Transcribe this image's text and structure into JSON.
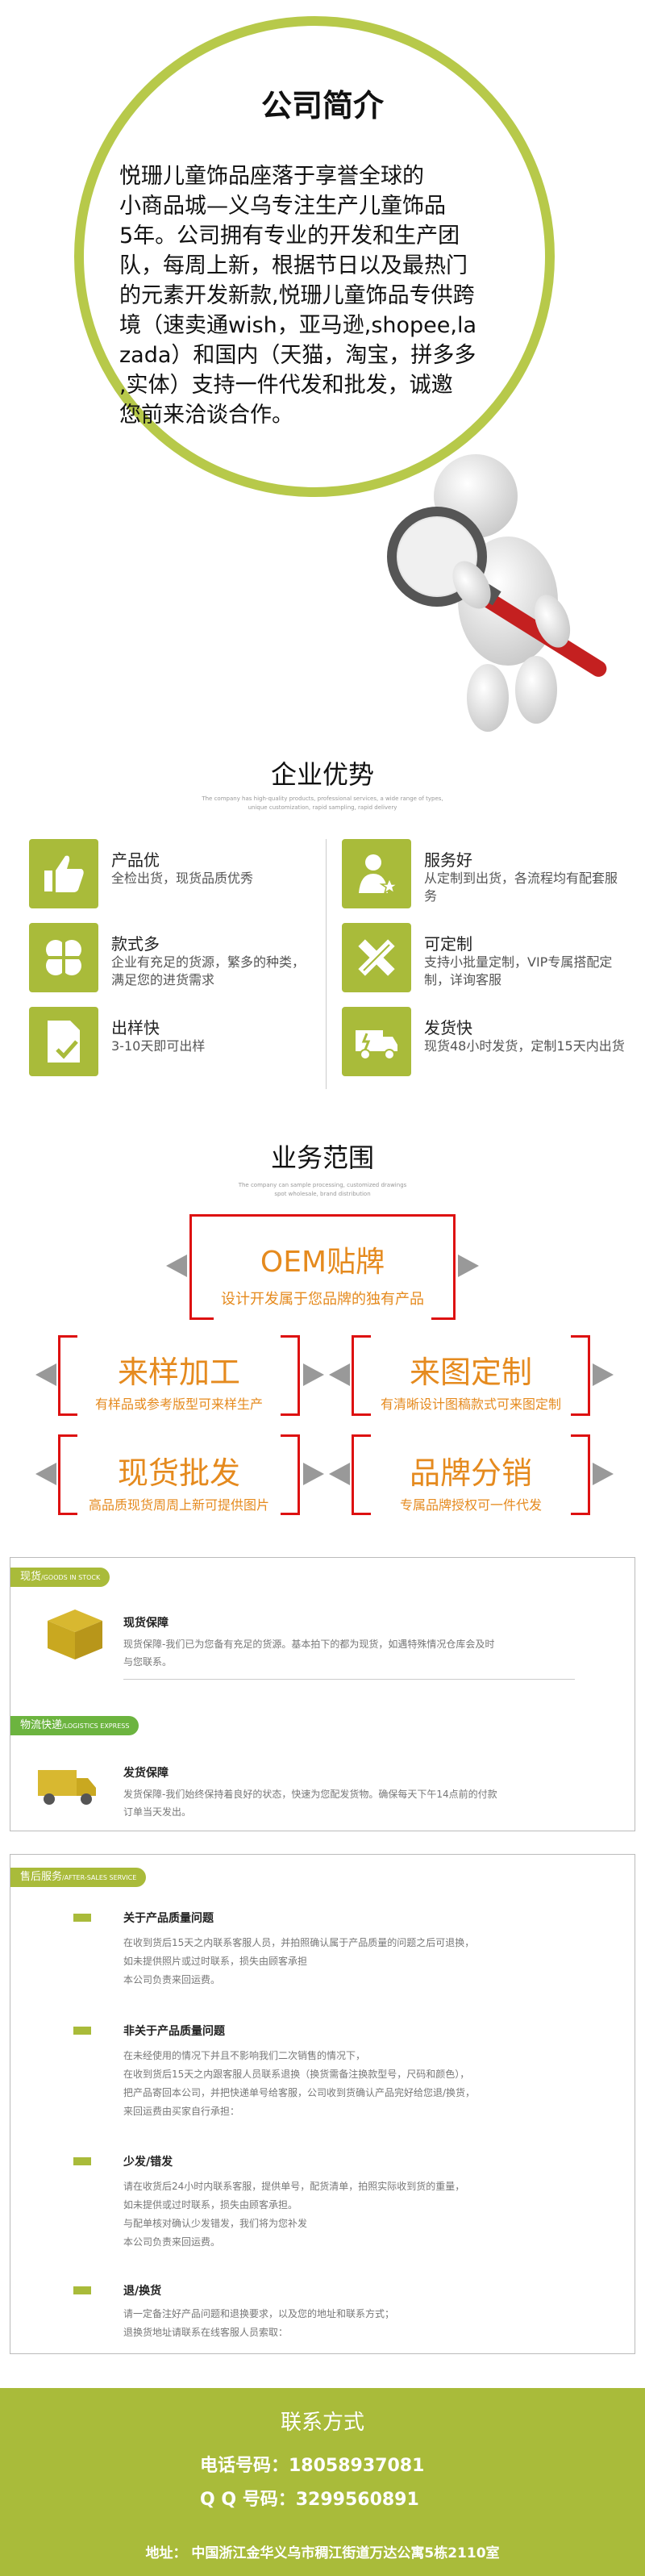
{
  "intro": {
    "title": "公司简介",
    "lines": [
      "悦珊儿童饰品座落于享誉全球的",
      "小商品城—义乌专注生产儿童饰品",
      "5年。公司拥有专业的开发和生产团",
      "队，每周上新，根据节日以及最热门",
      "的元素开发新款,悦珊儿童饰品专供跨",
      "境（速卖通wish，亚马逊,shopee,la",
      "zada）和国内（天猫，淘宝，拼多多",
      ",实体）支持一件代发和批发，诚邀",
      "您前来洽谈合作。"
    ]
  },
  "advantages": {
    "title": "企业优势",
    "subtitle_1": "The company has high-quality products, professional services, a wide range of types,",
    "subtitle_2": "unique customization, rapid sampling, rapid delivery",
    "items": [
      {
        "name": "产品优",
        "desc": "全检出货，现货品质优秀",
        "icon": "thumbs-up-icon"
      },
      {
        "name": "服务好",
        "desc": "从定制到出货，各流程均有配套服务",
        "icon": "service-person-icon"
      },
      {
        "name": "款式多",
        "desc": "企业有充足的货源，繁多的种类，满足您的进货需求",
        "icon": "clover-icon"
      },
      {
        "name": "可定制",
        "desc": "支持小批量定制，VIP专属搭配定制，详询客服",
        "icon": "ruler-pencil-icon"
      },
      {
        "name": "出样快",
        "desc": "3-10天即可出样",
        "icon": "document-check-icon"
      },
      {
        "name": "发货快",
        "desc": "现货48小时发货，定制15天内出货",
        "icon": "delivery-truck-icon"
      }
    ]
  },
  "business": {
    "title": "业务范围",
    "subtitle_1": "The company can sample processing, customized drawings",
    "subtitle_2": "spot wholesale, brand distribution",
    "oem": {
      "main": "OEM贴牌",
      "line": "设计开发属于您品牌的独有产品"
    },
    "sample": {
      "main": "来样加工",
      "line": "有样品或参考版型可来样生产"
    },
    "drawing": {
      "main": "来图定制",
      "line": "有清晰设计图稿款式可来图定制"
    },
    "wholesale": {
      "main": "现货批发",
      "line": "高品质现货周周上新可提供图片"
    },
    "brand": {
      "main": "品牌分销",
      "line": "专属品牌授权可一件代发"
    }
  },
  "stock": {
    "tag": "现货",
    "tag_en": "/GOODS IN STOCK",
    "name": "现货保障",
    "desc_1": "现货保障-我们已为您备有充足的货源。基本拍下的都为现货，如遇特殊情况仓库会及时",
    "desc_2": "与您联系。",
    "icon": "box-icon"
  },
  "logistics": {
    "tag": "物流快递",
    "tag_en": "/LOGISTICS EXPRESS",
    "name": "发货保障",
    "desc_1": "发货保障-我们始终保持着良好的状态，快速为您配发货物。确保每天下午14点前的付款",
    "desc_2": "订单当天发出。",
    "icon": "truck-icon"
  },
  "aftersales": {
    "tag": "售后服务",
    "tag_en": "/AFTER-SALES SERVICE",
    "sections": [
      {
        "head": "关于产品质量问题",
        "lines": [
          "在收到货后15天之内联系客服人员，并拍照确认属于产品质量的问题之后可退换，",
          "如未提供照片或过时联系，损失由顾客承担",
          "本公司负责来回运费。"
        ]
      },
      {
        "head": "非关于产品质量问题",
        "lines": [
          "在未经使用的情况下并且不影响我们二次销售的情况下，",
          "在收到货后15天之内跟客服人员联系退换（换货需备注换款型号，尺码和颜色），",
          "把产品寄回本公司，并把快递单号给客服，公司收到货确认产品完好给您退/换货，",
          "来回运费由买家自行承担："
        ]
      },
      {
        "head": "少发/错发",
        "lines": [
          "请在收货后24小时内联系客服，提供单号，配货清单，拍照实际收到货的重量，",
          "如未提供或过时联系，损失由顾客承担。",
          "与配单核对确认少发错发，我们将为您补发",
          "本公司负责来回运费。"
        ]
      },
      {
        "head": "退/换货",
        "lines": [
          "请一定备注好产品问题和退换要求，以及您的地址和联系方式；",
          "退换货地址请联系在线客服人员索取："
        ]
      }
    ]
  },
  "contact": {
    "title": "联系方式",
    "phone": "电话号码：18058937081",
    "qq": "Q Q 号码：3299560891",
    "address": "地址：  中国浙江金华义乌市稠江街道万达公寓5栋2110室"
  },
  "colors": {
    "accent": "#a9bb3a",
    "red": "#dd1111",
    "orange": "#e58a1e"
  }
}
